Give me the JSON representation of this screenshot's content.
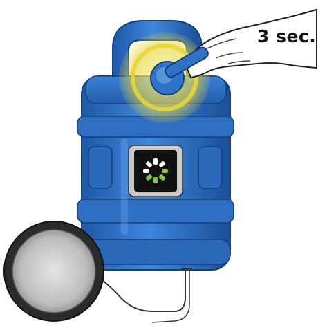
{
  "instruction": {
    "hold_duration": "3 sec."
  },
  "device": {
    "status_icon": "loading-ring-icon",
    "status_ring_segments": 8,
    "status_ring_lit_segments": 4,
    "colors": {
      "body": "#2f73c9",
      "body_dark": "#1b4f97",
      "highlight": "#e6d53a",
      "ring_lit": "#8bc34a",
      "ring_dim": "#ffffff",
      "screen": "#111111"
    }
  }
}
